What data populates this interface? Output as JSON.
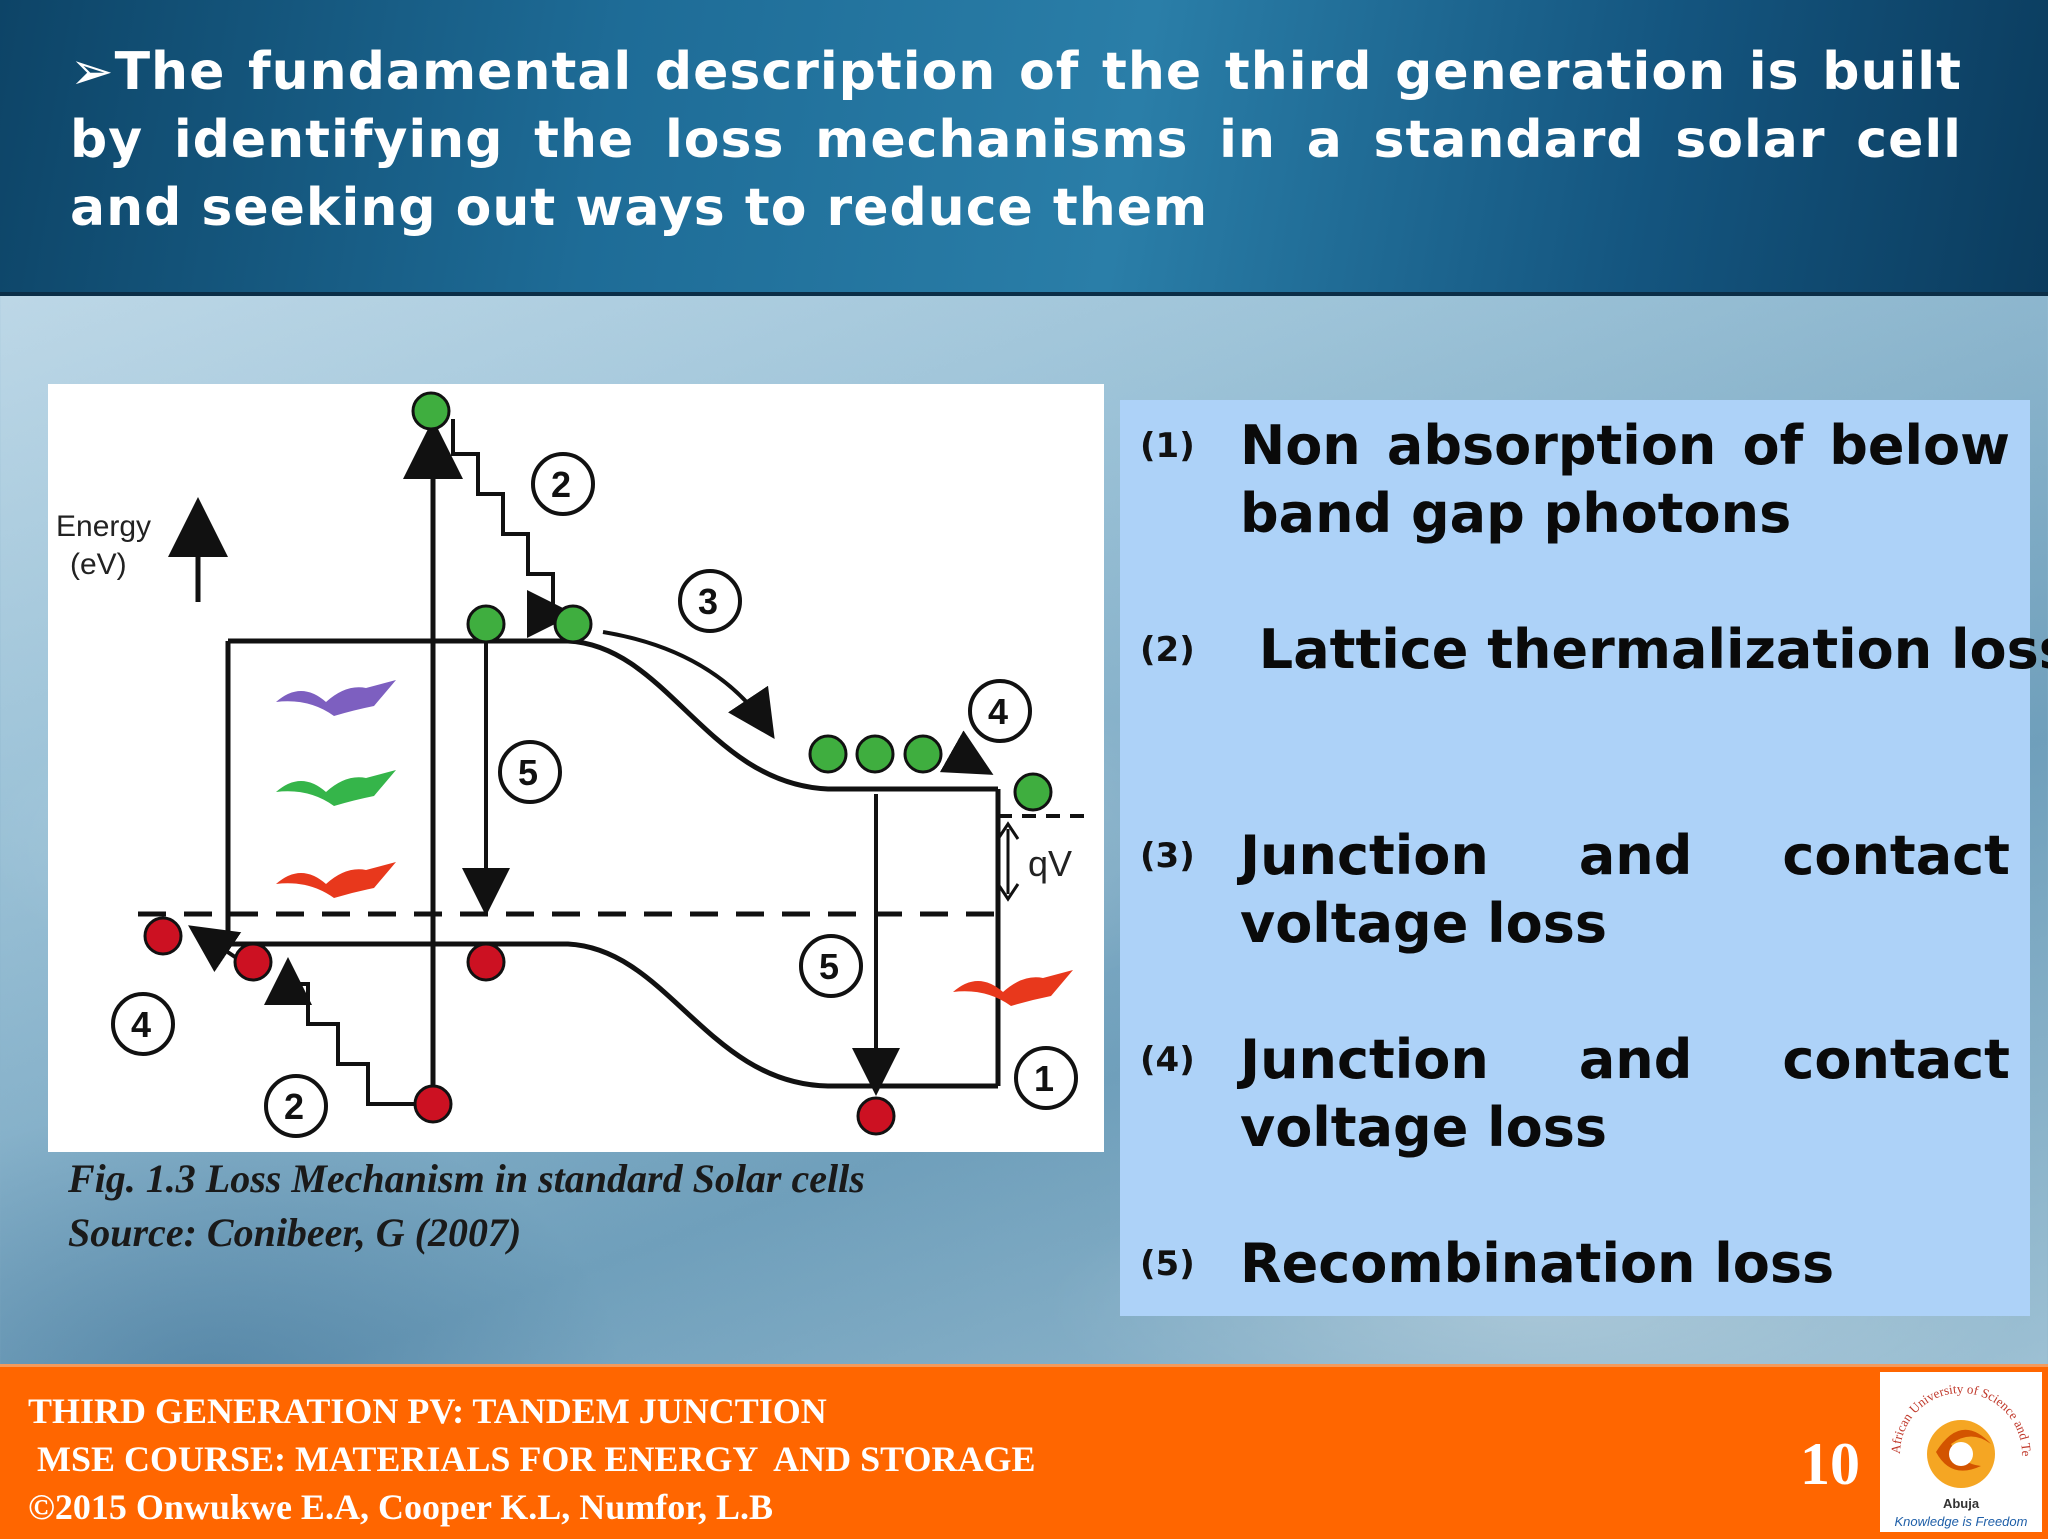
{
  "header": {
    "bullet": "➢",
    "text": "The fundamental description  of the third generation is built by identifying the loss mechanisms in a standard solar cell and seeking out ways to reduce them"
  },
  "figure": {
    "energy_label": "Energy",
    "energy_unit": "(eV)",
    "qv_label": "qV",
    "markers": [
      "1",
      "2",
      "2",
      "3",
      "4",
      "4",
      "5",
      "5"
    ]
  },
  "caption": {
    "line1": "Fig. 1.3  Loss Mechanism in standard Solar cells",
    "line2": "Source:  Conibeer, G (2007)"
  },
  "losses": [
    {
      "num": "(1)",
      "text": "Non absorption of below band gap photons"
    },
    {
      "num": "(2)",
      "text": " Lattice thermalization loss"
    },
    {
      "num": "(3)",
      "text": "Junction and contact voltage loss"
    },
    {
      "num": "(4)",
      "text": "Junction and contact voltage loss"
    },
    {
      "num": "(5)",
      "text": "Recombination loss"
    }
  ],
  "footer": {
    "line1": "THIRD GENERATION PV: TANDEM JUNCTION",
    "line2": " MSE COURSE: MATERIALS FOR ENERGY  AND STORAGE",
    "line3": "©2015 Onwukwe E.A, Cooper K.L, Numfor, L.B",
    "page_number": "10"
  },
  "logo": {
    "text_top": "African University of Science and Technology",
    "text_name": "Abuja",
    "motto": "Knowledge is Freedom"
  },
  "colors": {
    "header_bg": "#1e6c97",
    "footer_bg": "#ff6600",
    "panel_bg": "#add2f8",
    "electron": "#3fae3f",
    "hole": "#cc1122"
  }
}
